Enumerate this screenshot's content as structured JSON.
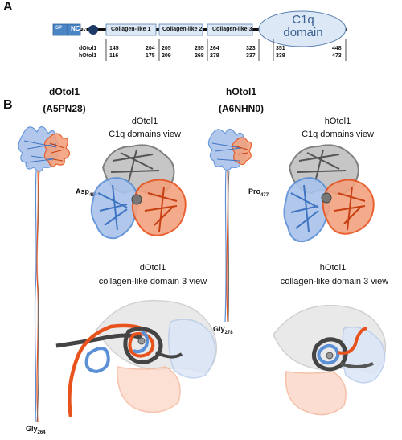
{
  "panel_a": {
    "letter": "A",
    "sp": "SP",
    "nc": "NC-N",
    "collagen": [
      "Collagen-like 1",
      "Collagen-like 2",
      "Collagen-like 3"
    ],
    "c1q_line1": "C1q",
    "c1q_line2": "domain",
    "rows": [
      {
        "name": "dOtol1",
        "n1": "145",
        "n2": "204",
        "n3": "205",
        "n4": "255",
        "n5": "264",
        "n6": "323",
        "n7": "351",
        "n8": "448"
      },
      {
        "name": "hOtol1",
        "n1": "116",
        "n2": "175",
        "n3": "209",
        "n4": "268",
        "n5": "278",
        "n6": "337",
        "n7": "338",
        "n8": "473"
      }
    ]
  },
  "panel_b": {
    "letter": "B",
    "d_title": "dOtol1",
    "d_acc": "(A5PN28)",
    "h_title": "hOtol1",
    "h_acc": "(A6NHN0)",
    "d_c1q_l1": "dOtol1",
    "d_c1q_l2": "C1q domains view",
    "h_c1q_l1": "hOtol1",
    "h_c1q_l2": "C1q domains view",
    "d_col_l1": "dOtol1",
    "d_col_l2": "collagen-like domain 3 view",
    "h_col_l1": "hOtol1",
    "h_col_l2": "collagen-like domain 3 view",
    "asp": "Asp",
    "asp_sub": "489",
    "pro": "Pro",
    "pro_sub": "477",
    "gly_d": "Gly",
    "gly_d_sub": "264",
    "gly_h": "Gly",
    "gly_h_sub": "278"
  },
  "colors": {
    "domain_fill": "#dce8f6",
    "domain_stroke": "#5a7fb0",
    "sp_fill": "#4a86c5",
    "blue": "#5b8fd6",
    "orange": "#e8521c",
    "gray": "#6b6b6b"
  }
}
